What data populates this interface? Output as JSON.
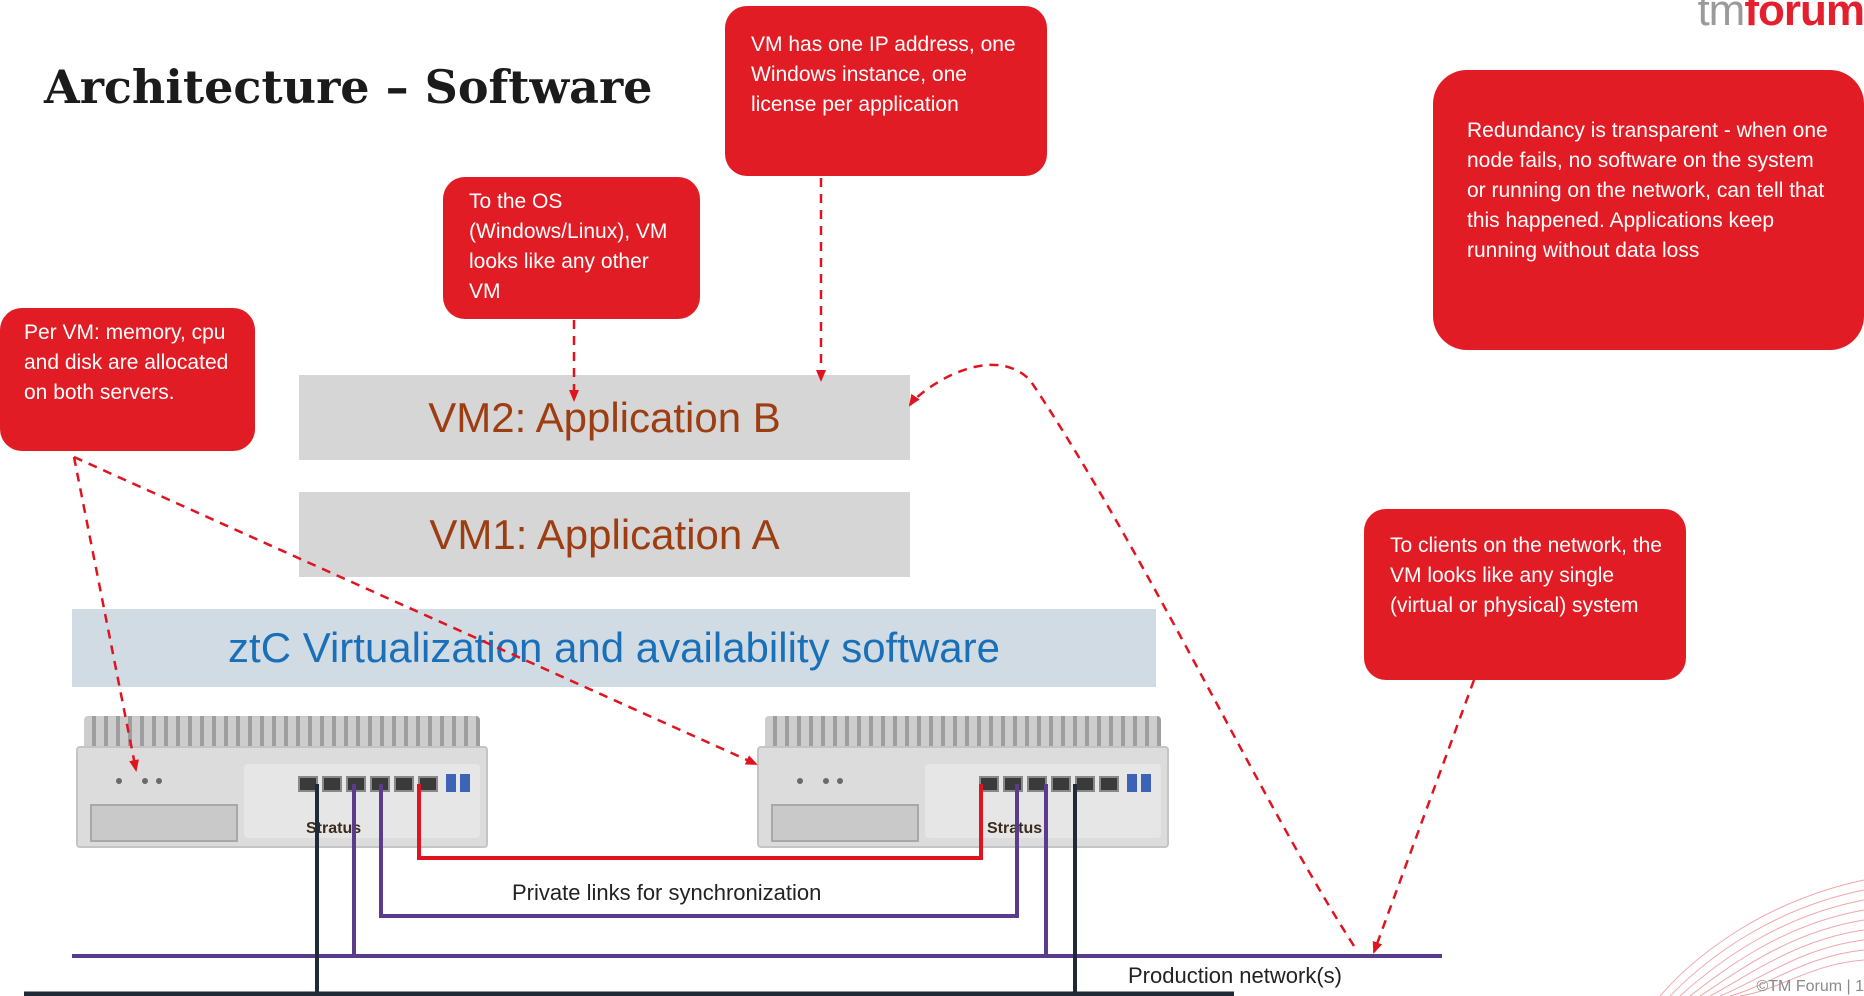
{
  "slide": {
    "title": "Architecture – Software",
    "logo_prefix": "tm",
    "logo_suffix": "forum",
    "footer": "©TM Forum | 1"
  },
  "callouts": {
    "vm_ip": "VM has one IP address, one Windows instance, one license per application",
    "os_view": "To the OS (Windows/Linux), VM looks like any other VM",
    "per_vm": "Per VM: memory, cpu and disk are allocated on both servers.",
    "redundancy": "Redundancy is transparent - when one node fails, no software on the system or running on the network, can tell that this happened. Applications keep running without data loss",
    "clients": "To clients on the network, the VM looks like any single (virtual or physical) system"
  },
  "layers": {
    "vm2": "VM2: Application B",
    "vm1": "VM1: Application A",
    "ztc": "ztC Virtualization and availability software"
  },
  "network": {
    "private_links": "Private links for synchronization",
    "production": "Production network(s)"
  },
  "server": {
    "brand": "Stratus"
  },
  "colors": {
    "callout_red": "#e21c24",
    "vm_text": "#9c3d12",
    "ztc_text": "#1a70b8",
    "sync_red": "#e0141e",
    "purple_link": "#5b3b8c",
    "dark_link": "#1f2a36"
  }
}
